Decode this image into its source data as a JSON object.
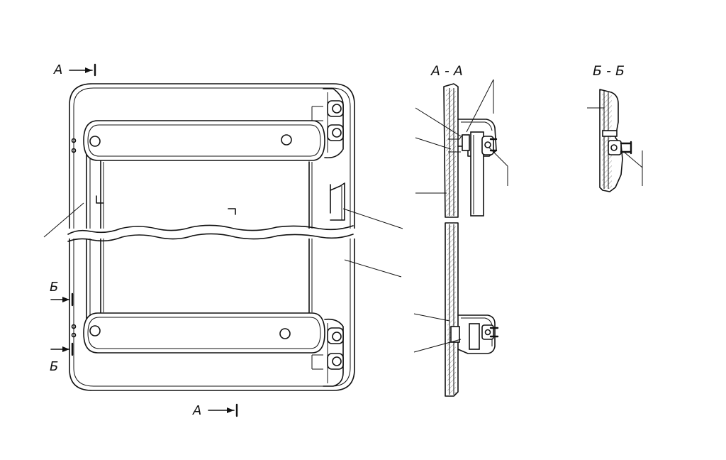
{
  "labels": {
    "section_a_top": "А",
    "section_a_bottom": "А",
    "section_b_upper": "Б",
    "section_b_lower": "Б",
    "view_a_title": "А - А",
    "view_b_title": "Б - Б"
  }
}
